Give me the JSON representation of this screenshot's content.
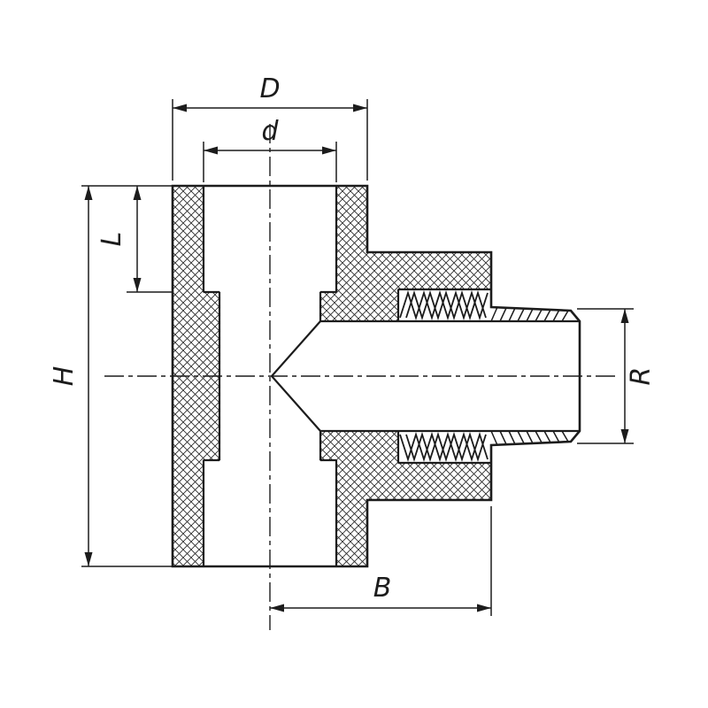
{
  "drawing": {
    "labels": {
      "D": "D",
      "d": "d",
      "L": "L",
      "H": "H",
      "R": "R",
      "B": "B"
    },
    "colors": {
      "ink": "#1c1c1c",
      "background": "#ffffff"
    }
  }
}
